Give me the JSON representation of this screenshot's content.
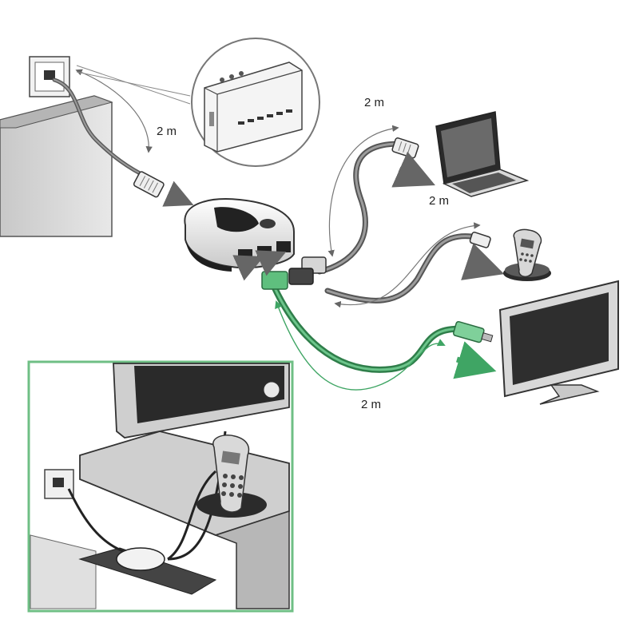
{
  "labels": {
    "wall_socket_cable": "2 m",
    "laptop_cable": "2 m",
    "phone_cable": "2 m",
    "tv_cable": "2 m"
  },
  "colors": {
    "green_cable": "#3fa564",
    "inset_frame": "#6fbf85",
    "grey_cable": "#6e6e6e",
    "arrow": "#777777"
  },
  "icons": [
    "wall-socket-icon",
    "rj45-plug-icon",
    "distribution-box-icon",
    "splitter-icon",
    "laptop-icon",
    "cordless-phone-icon",
    "tv-monitor-icon",
    "coax-plug-icon"
  ]
}
